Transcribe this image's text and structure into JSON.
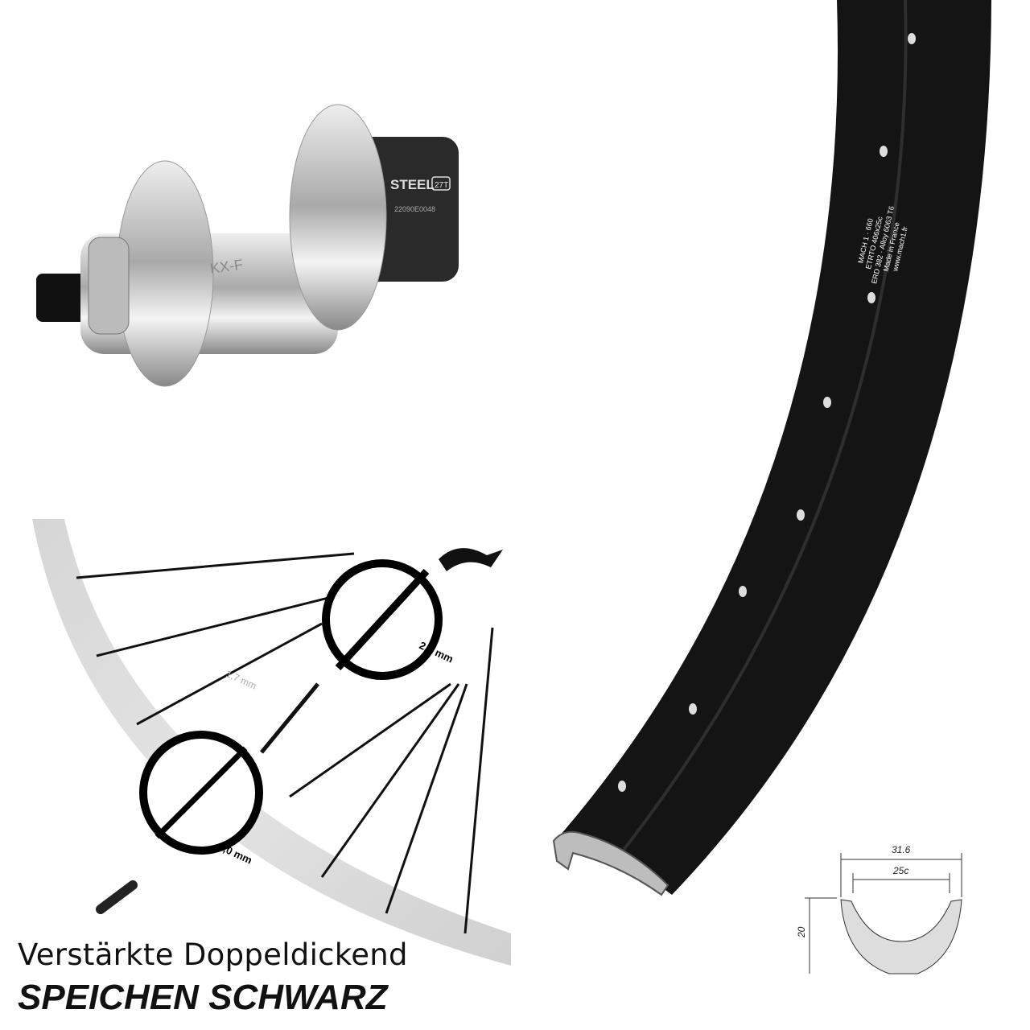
{
  "hub": {
    "freehub_brand": "STEEL",
    "freehub_teeth": "27T",
    "serial": "22090E0048",
    "model": "KX-F"
  },
  "rim": {
    "sticker_lines": [
      "MACH 1 · 660",
      "ETRTO 406x25c",
      "ERD 382 · Alloy 6063 T6",
      "Made in France",
      "www.mach1.fr"
    ]
  },
  "profile": {
    "outer_width": "31.6",
    "inner_width": "25c",
    "height": "20"
  },
  "spokes": {
    "thick_end": "2,3 mm",
    "middle": "1,7 mm",
    "other_end": "2,0 mm"
  },
  "caption": {
    "line1": "Verstärkte Doppeldickend",
    "line2": "SPEICHEN SCHWARZ"
  },
  "colors": {
    "rim": "#141414",
    "hub": "#c8c8c8",
    "freehub": "#2a2a2a"
  }
}
